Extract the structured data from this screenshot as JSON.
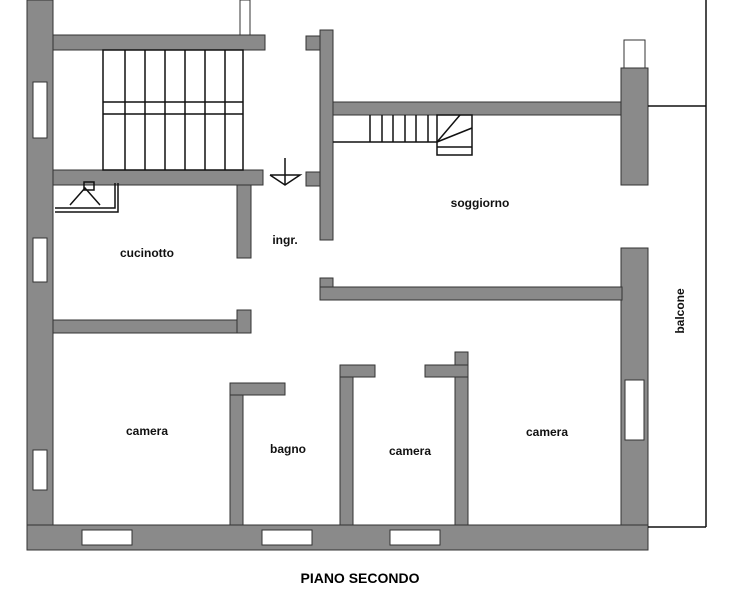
{
  "title": "PIANO SECONDO",
  "rooms": {
    "soggiorno": "soggiorno",
    "cucinotto": "cucinotto",
    "ingresso": "ingr.",
    "camera_left": "camera",
    "bagno": "bagno",
    "camera_middle": "camera",
    "camera_right": "camera",
    "balcone": "balcone"
  },
  "colors": {
    "wall": "#8a8a8a",
    "line": "#111111"
  }
}
